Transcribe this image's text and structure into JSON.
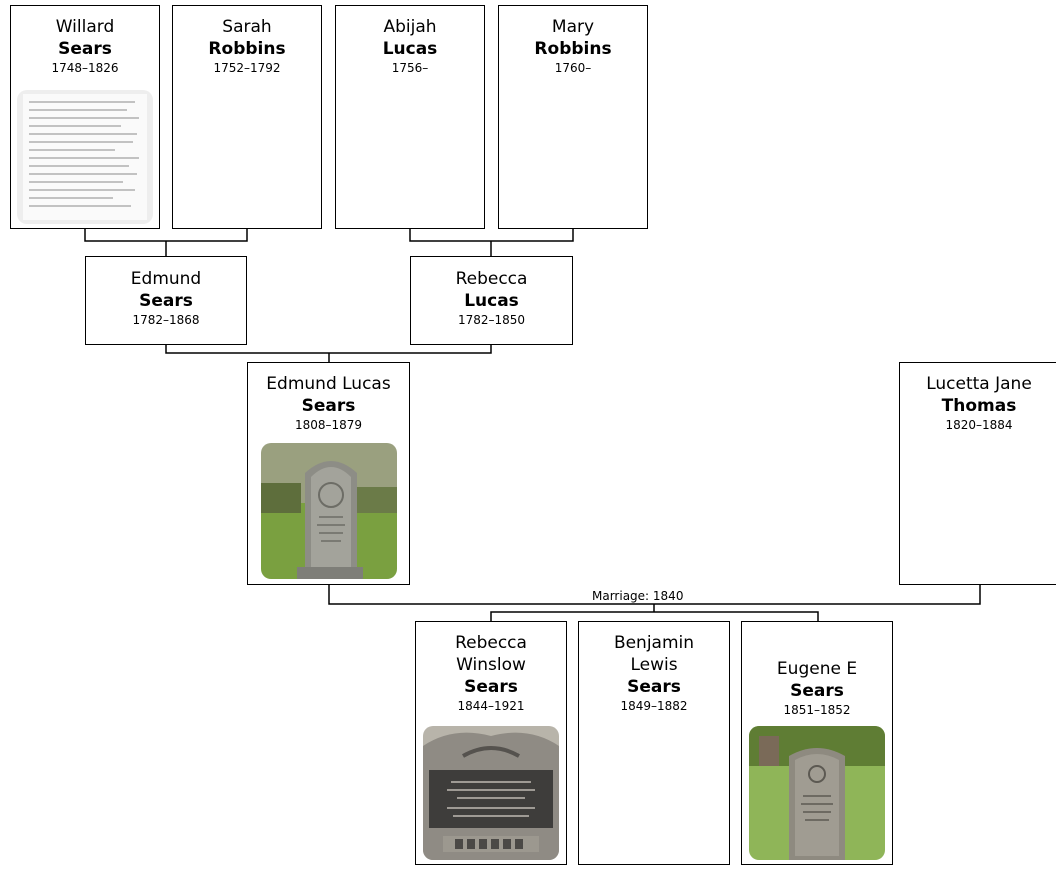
{
  "people": {
    "willard": {
      "given": "Willard",
      "surname": "Sears",
      "dates": "1748–1826",
      "photo": "document-photo"
    },
    "sarah": {
      "given": "Sarah",
      "surname": "Robbins",
      "dates": "1752–1792"
    },
    "abijah": {
      "given": "Abijah",
      "surname": "Lucas",
      "dates": "1756–"
    },
    "mary": {
      "given": "Mary",
      "surname": "Robbins",
      "dates": "1760–"
    },
    "edmund": {
      "given": "Edmund",
      "surname": "Sears",
      "dates": "1782–1868"
    },
    "rebecca_lucas": {
      "given": "Rebecca",
      "surname": "Lucas",
      "dates": "1782–1850"
    },
    "edmund_lucas": {
      "given": "Edmund Lucas",
      "surname": "Sears",
      "dates": "1808–1879",
      "photo": "gravestone-photo"
    },
    "lucetta": {
      "given": "Lucetta Jane",
      "surname": "Thomas",
      "dates": "1820–1884"
    },
    "rebecca_winslow": {
      "given_line1": "Rebecca",
      "given_line2": "Winslow",
      "surname": "Sears",
      "dates": "1844–1921",
      "photo": "gravestone-photo"
    },
    "benjamin": {
      "given_line1": "Benjamin",
      "given_line2": "Lewis",
      "surname": "Sears",
      "dates": "1849–1882"
    },
    "eugene": {
      "given": "Eugene E",
      "surname": "Sears",
      "dates": "1851–1852",
      "photo": "gravestone-photo"
    }
  },
  "marriage": {
    "label": "Marriage: 1840"
  },
  "colors": {
    "border": "#000000",
    "line": "#000000",
    "background": "#ffffff"
  }
}
